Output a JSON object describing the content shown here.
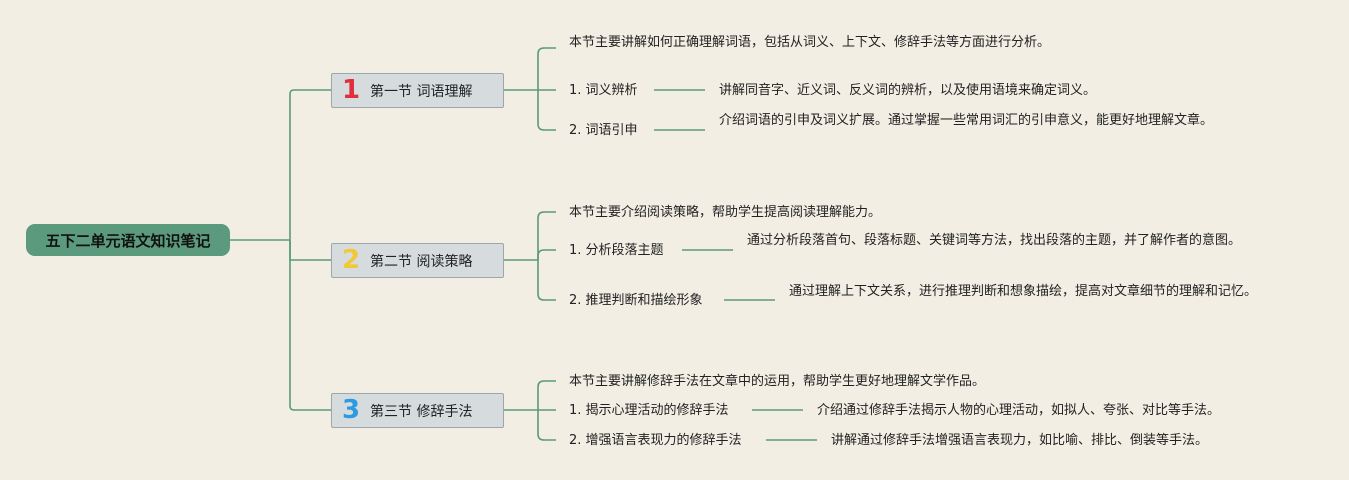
{
  "root": {
    "label": "五下二单元语文知识笔记"
  },
  "sections": [
    {
      "number": "1",
      "number_color": "#e0303b",
      "title": "第一节 词语理解",
      "summary": "本节主要讲解如何正确理解词语，包括从词义、上下文、修辞手法等方面进行分析。",
      "items": [
        {
          "label": "1. 词义辨析",
          "detail": "讲解同音字、近义词、反义词的辨析，以及使用语境来确定词义。"
        },
        {
          "label": "2. 词语引申",
          "detail": "介绍词语的引申及词义扩展。通过掌握一些常用词汇的引申意义，能更好地理解文章。"
        }
      ]
    },
    {
      "number": "2",
      "number_color": "#f0c83a",
      "title": "第二节 阅读策略",
      "summary": "本节主要介绍阅读策略，帮助学生提高阅读理解能力。",
      "items": [
        {
          "label": "1. 分析段落主题",
          "detail": "通过分析段落首句、段落标题、关键词等方法，找出段落的主题，并了解作者的意图。"
        },
        {
          "label": "2. 推理判断和描绘形象",
          "detail": "通过理解上下文关系，进行推理判断和想象描绘，提高对文章细节的理解和记忆。"
        }
      ]
    },
    {
      "number": "3",
      "number_color": "#2e9be0",
      "title": "第三节 修辞手法",
      "summary": "本节主要讲解修辞手法在文章中的运用，帮助学生更好地理解文学作品。",
      "items": [
        {
          "label": "1. 揭示心理活动的修辞手法",
          "detail": "介绍通过修辞手法揭示人物的心理活动，如拟人、夸张、对比等手法。"
        },
        {
          "label": "2. 增强语言表现力的修辞手法",
          "detail": "讲解通过修辞手法增强语言表现力，如比喻、排比、倒装等手法。"
        }
      ]
    }
  ],
  "colors": {
    "line": "#5b9a7c",
    "root_fill": "#5b9a7c",
    "section_fill": "#d6dcde"
  }
}
